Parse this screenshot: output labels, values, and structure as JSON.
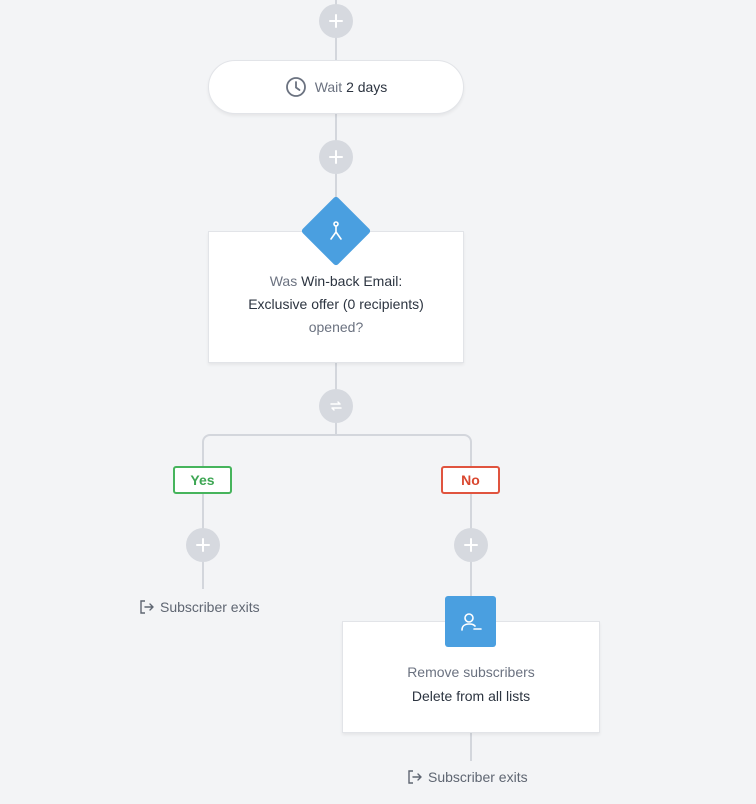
{
  "wait_step": {
    "icon": "clock-icon",
    "prefix": "Wait",
    "value": "2 days"
  },
  "condition_step": {
    "icon": "split-branch-icon",
    "line1_prefix": "Was",
    "line1_value": "Win-back Email:",
    "line2": "Exclusive offer (0 recipients)",
    "line3": "opened?"
  },
  "branches": {
    "yes_label": "Yes",
    "no_label": "No",
    "yes_color": "#46b45c",
    "no_color": "#e0543f"
  },
  "yes_exit": {
    "icon": "exit-icon",
    "label": "Subscriber exits"
  },
  "remove_step": {
    "icon": "remove-user-icon",
    "title": "Remove subscribers",
    "subtitle": "Delete from all lists",
    "accent": "#4a9fe0"
  },
  "no_exit": {
    "icon": "exit-icon",
    "label": "Subscriber exits"
  }
}
